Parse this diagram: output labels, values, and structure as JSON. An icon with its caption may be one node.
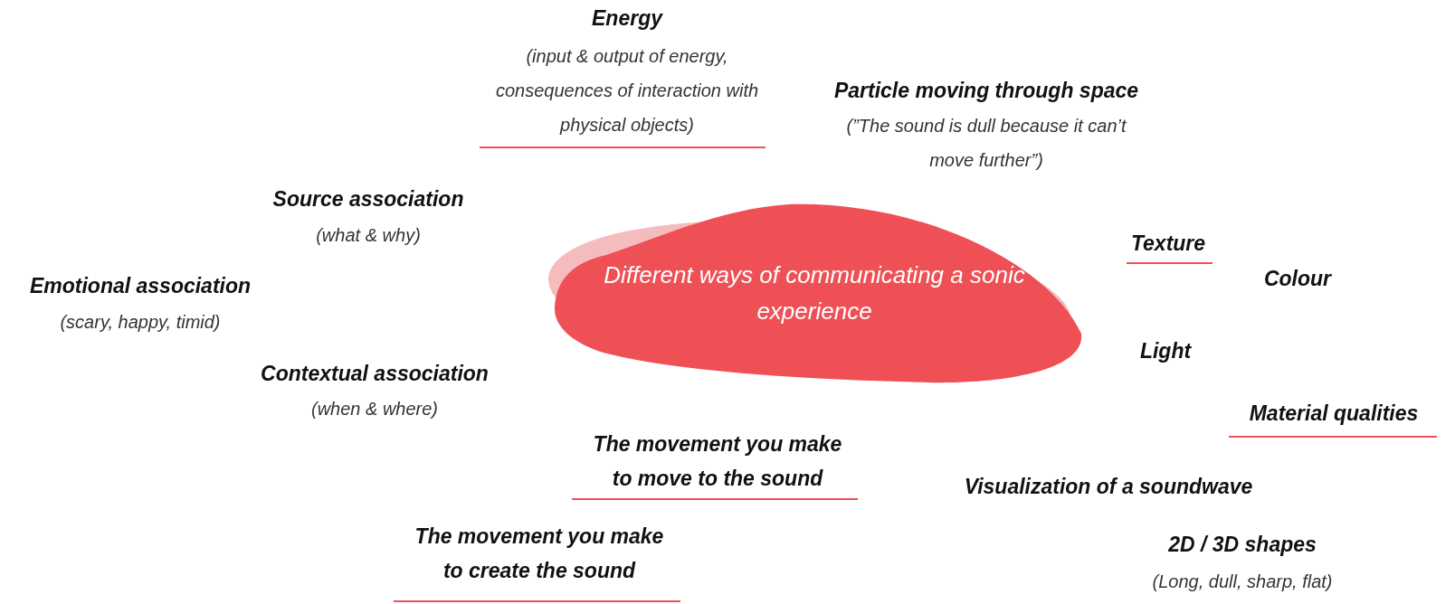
{
  "diagram": {
    "nodes": [
      {
        "text": [
          "Different ways of communicating a sonic experience"
        ]
      }
    ],
    "labels": [
      "Energy",
      "(input & output of energy, consequences of interaction with physical objects)",
      "Particle moving through space",
      "(”The sound is dull because it can’t move further”)",
      "Source association",
      "(what & why)",
      "Texture",
      "Colour",
      "Emotional association",
      "(scary, happy, timid)",
      "Light",
      "Contextual association",
      "(when & where)",
      "Material qualities",
      "The movement you make to move to the sound",
      "Visualization of a soundwave",
      "The movement you make to create the sound",
      "2D / 3D shapes",
      "(Long, dull, sharp, flat)"
    ]
  }
}
